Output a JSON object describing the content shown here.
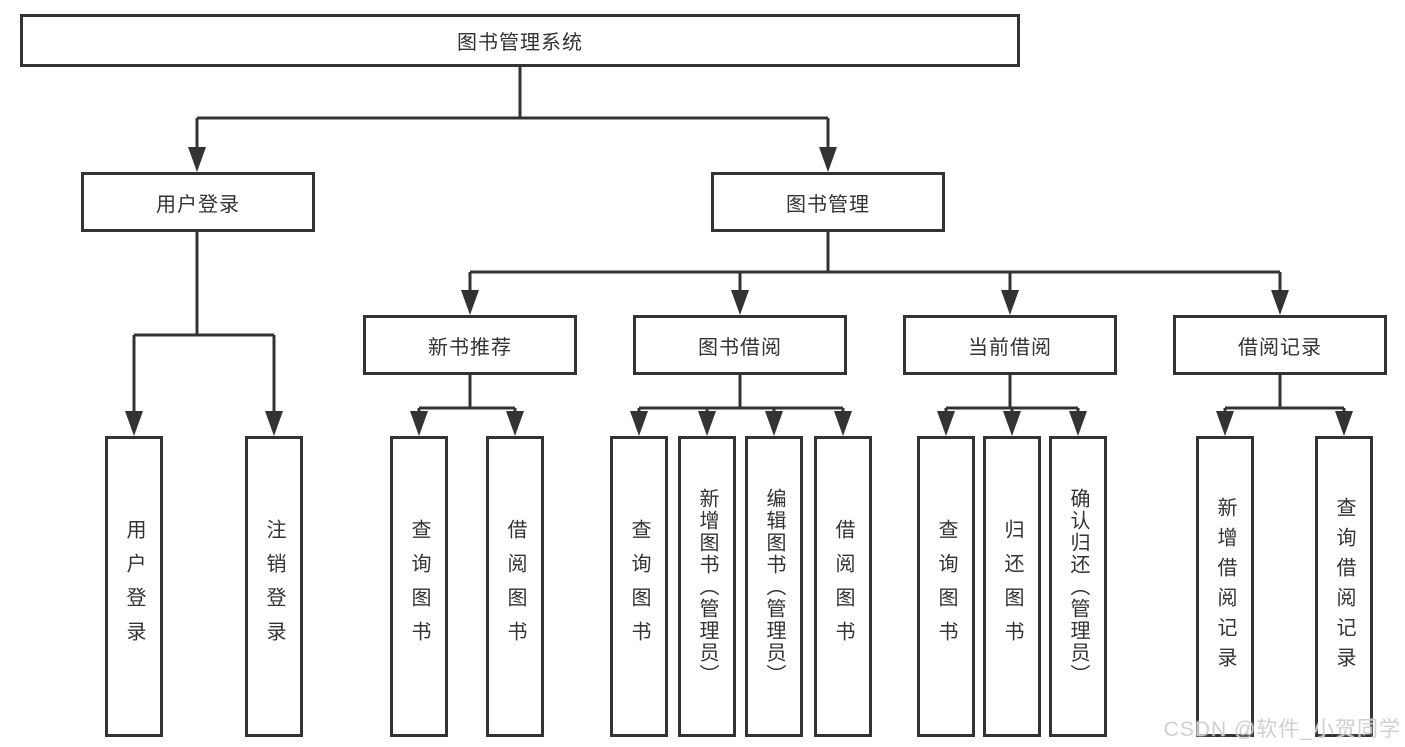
{
  "page": {
    "background": "#ffffff",
    "line_color": "#333333",
    "text_color": "#333333"
  },
  "watermark": {
    "text": "CSDN @软件_小贺同学",
    "color": "#cdcdcd"
  },
  "tree": {
    "root": {
      "label": "图书管理系统"
    },
    "branches": [
      {
        "label": "用户登录",
        "children": [
          "用户登录",
          "注销登录"
        ]
      },
      {
        "label": "图书管理",
        "children": [
          {
            "label": "新书推荐",
            "children": [
              "查询图书",
              "借阅图书"
            ]
          },
          {
            "label": "图书借阅",
            "children": [
              "查询图书",
              "新增图书（管理员）",
              "编辑图书（管理员）",
              "借阅图书"
            ]
          },
          {
            "label": "当前借阅",
            "children": [
              "查询图书",
              "归还图书",
              "确认归还（管理员）"
            ]
          },
          {
            "label": "借阅记录",
            "children": [
              "新增借阅记录",
              "查询借阅记录"
            ]
          }
        ]
      }
    ]
  }
}
